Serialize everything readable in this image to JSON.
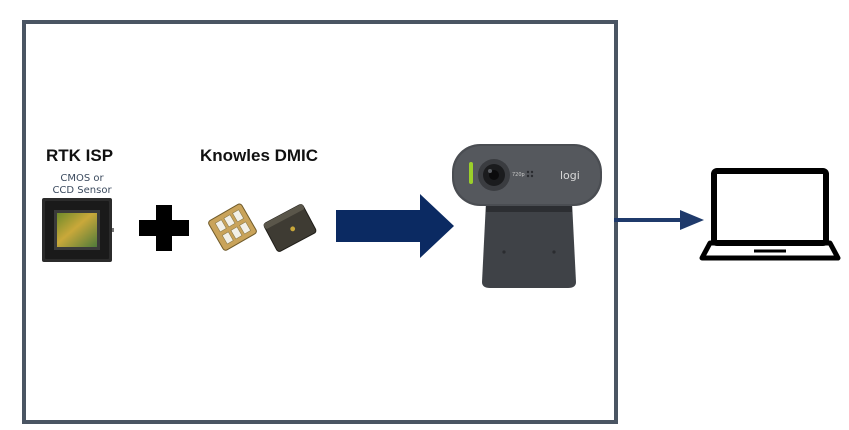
{
  "labels": {
    "rtk_isp": "RTK ISP",
    "knowles_dmic": "Knowles DMIC"
  },
  "sensor_caption": {
    "line1": "CMOS or",
    "line2": "CCD Sensor"
  },
  "webcam": {
    "brand": "logi",
    "resolution_badge": "720p"
  },
  "colors": {
    "frame_border": "#4a5563",
    "big_arrow": "#0b2a62",
    "output_arrow": "#1f3a6b",
    "plus": "#000000"
  },
  "icons": {
    "sensor": "image-sensor-chip-icon",
    "plus": "plus-icon",
    "mic1": "dmic-chip-icon",
    "mic2": "dmic-package-icon",
    "arrow": "right-arrow-icon",
    "webcam": "webcam-icon",
    "laptop": "laptop-icon"
  }
}
